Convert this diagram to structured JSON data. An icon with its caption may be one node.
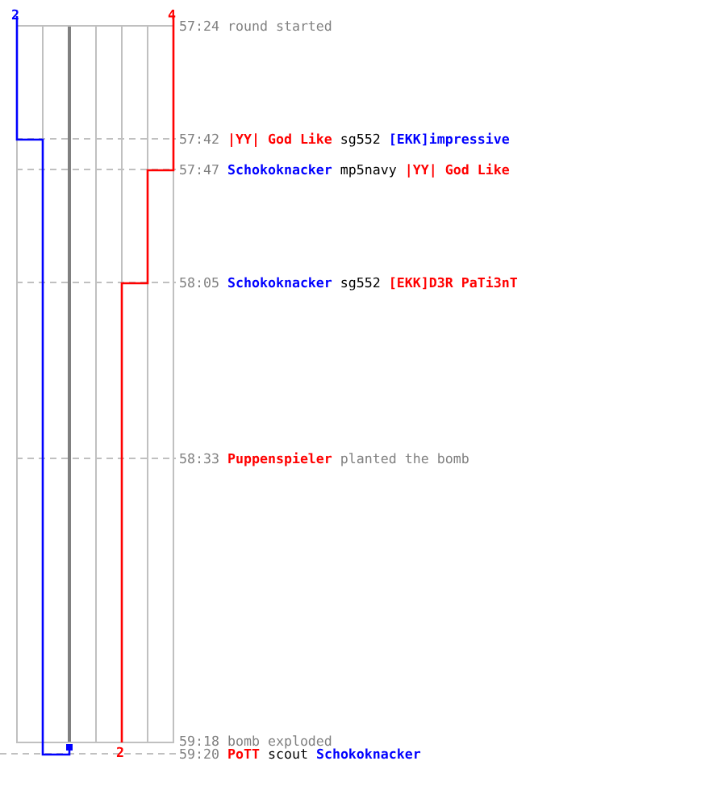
{
  "diagram": {
    "labels": [
      "2",
      "4",
      "57:24",
      "round started",
      "57:42",
      "|YY| God Like",
      "sg552",
      "[EKK]impressive",
      "57:47",
      "Schokoknacker",
      "mp5navy",
      "|YY| God Like",
      "58:05",
      "Schokoknacker",
      "sg552",
      "[EKK]D3R PaTi3nT",
      "58:33",
      "Puppenspieler",
      "planted the bomb",
      "59:18",
      "bomb exploded",
      "2",
      "59:20",
      "PoTT",
      "scout",
      "Schokoknacker"
    ]
  }
}
